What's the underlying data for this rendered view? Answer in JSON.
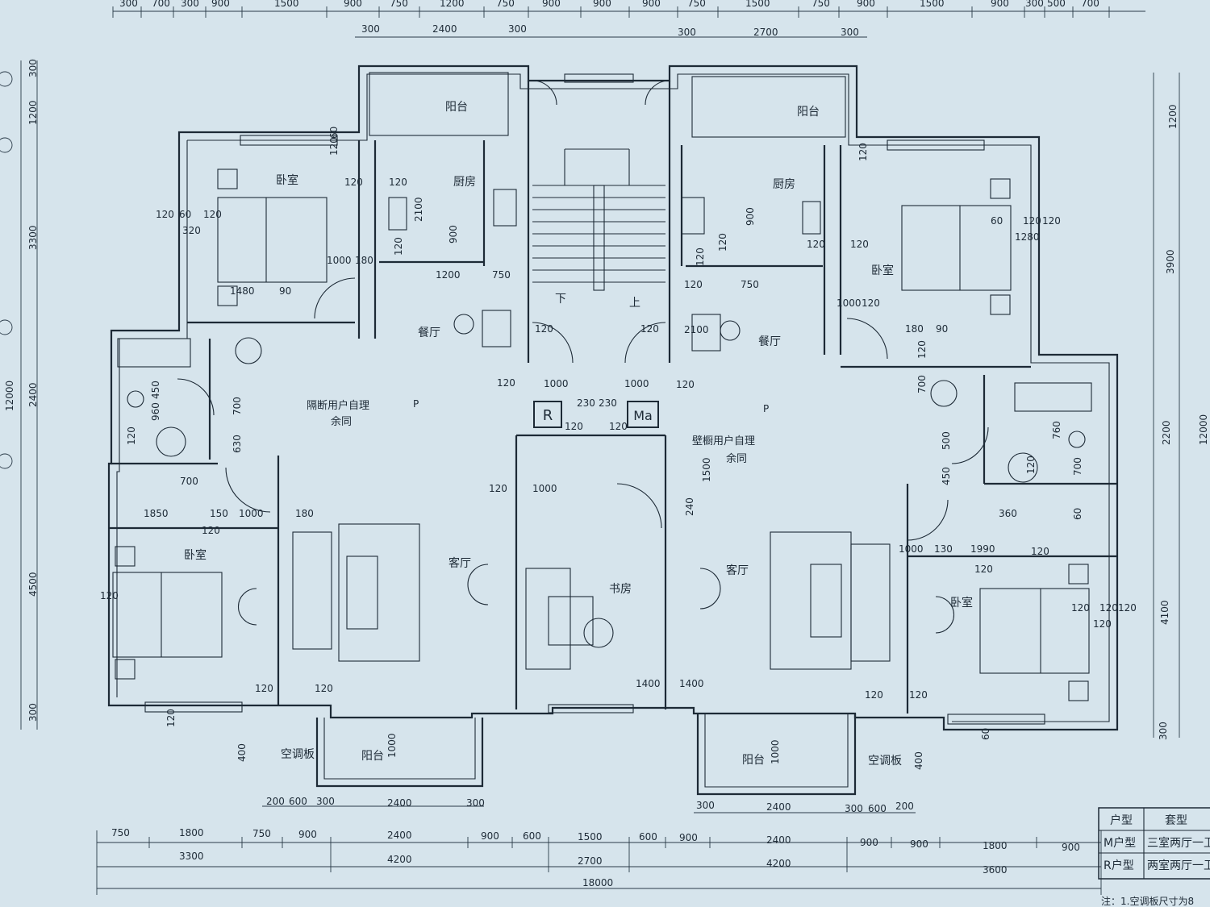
{
  "rooms": {
    "bedroom": "卧室",
    "kitchen": "厨房",
    "balcony": "阳台",
    "dining": "餐厅",
    "living": "客厅",
    "study": "书房",
    "ac_board": "空调板"
  },
  "stair": {
    "down": "下",
    "up": "上"
  },
  "notes": {
    "partition": "隔断用户自理",
    "closet": "壁橱用户自理",
    "same": "余同",
    "p": "P"
  },
  "unit_tags": {
    "r": "R",
    "ma": "Ma"
  },
  "dims_top": [
    "300",
    "700",
    "300",
    "900",
    "1500",
    "900",
    "750",
    "1200",
    "750",
    "900",
    "900",
    "900",
    "750",
    "1500",
    "750",
    "900",
    "1500",
    "900",
    "300",
    "500",
    "700"
  ],
  "dims_top2": [
    "300",
    "2400",
    "300",
    "300",
    "2700",
    "300"
  ],
  "dims_bottom1": [
    "750",
    "1800",
    "750",
    "900",
    "2400",
    "900",
    "600",
    "1500",
    "600",
    "900",
    "2400",
    "900",
    "900",
    "1800",
    "900"
  ],
  "dims_bottom2": [
    "3300",
    "4200",
    "2700",
    "4200",
    "3600"
  ],
  "dims_total": "18000",
  "dims_bottom_upper_left": [
    "200",
    "600",
    "300",
    "2400",
    "300"
  ],
  "dims_bottom_upper_right": [
    "300",
    "2400",
    "300",
    "600",
    "200"
  ],
  "dims_left": [
    "300",
    "1200",
    "3300",
    "2400",
    "4500",
    "300",
    "12000"
  ],
  "dims_right": [
    "1200",
    "3900",
    "2200",
    "4100",
    "300",
    "12000"
  ],
  "dims_inner": [
    "120",
    "60",
    "120",
    "320",
    "1480",
    "90",
    "1000",
    "180",
    "1200",
    "750",
    "120",
    "120",
    "2100",
    "900",
    "120",
    "450",
    "960",
    "700",
    "630",
    "120",
    "700",
    "1850",
    "150",
    "1000",
    "180",
    "120",
    "120",
    "120",
    "120",
    "1000",
    "1000",
    "230",
    "230",
    "120",
    "120",
    "120",
    "120",
    "120",
    "120",
    "120",
    "1000",
    "240",
    "1500",
    "750",
    "120",
    "2100",
    "900",
    "120",
    "120",
    "120",
    "120",
    "60",
    "120",
    "120",
    "1280",
    "90",
    "180",
    "1000",
    "120",
    "120",
    "700",
    "500",
    "450",
    "760",
    "120",
    "700",
    "360",
    "1000",
    "130",
    "1990",
    "120",
    "120",
    "60",
    "120",
    "120",
    "120",
    "120",
    "120",
    "120",
    "1400",
    "1400",
    "1000",
    "1000",
    "400",
    "400",
    "120",
    "60",
    "120",
    "60",
    "120"
  ],
  "table": {
    "h1": "户型",
    "h2": "套型",
    "r1c1": "M户型",
    "r1c2": "三室两厅一卫",
    "r2c1": "R户型",
    "r2c2": "两室两厅一卫"
  },
  "footnote": "注：1.空调板尺寸为8"
}
